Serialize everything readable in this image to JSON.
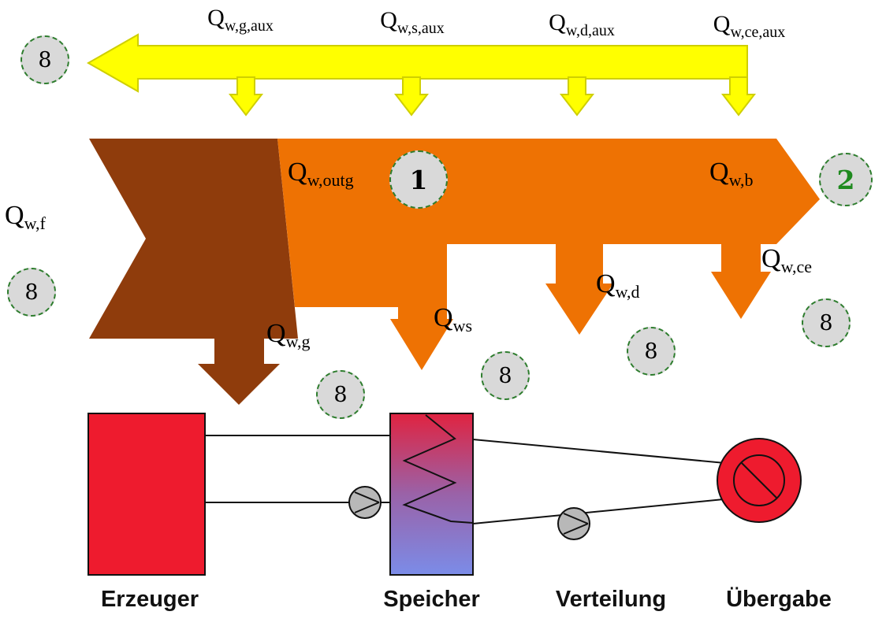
{
  "aux_labels": [
    {
      "base": "Q",
      "sub": "w,g,aux"
    },
    {
      "base": "Q",
      "sub": "w,s,aux"
    },
    {
      "base": "Q",
      "sub": "w,d,aux"
    },
    {
      "base": "Q",
      "sub": "w,ce,aux"
    }
  ],
  "flow_labels": {
    "wf": {
      "base": "Q",
      "sub": "w,f"
    },
    "woutg": {
      "base": "Q",
      "sub": "w,outg"
    },
    "wb": {
      "base": "Q",
      "sub": "w,b"
    },
    "wg": {
      "base": "Q",
      "sub": "w,g"
    },
    "ws": {
      "base": "Q",
      "sub": "ws"
    },
    "wd": {
      "base": "Q",
      "sub": "w,d"
    },
    "wce": {
      "base": "Q",
      "sub": "w,ce"
    }
  },
  "markers": {
    "node1": "1",
    "node2": "2",
    "loss_symbol": "8"
  },
  "component_labels": {
    "generator": "Erzeuger",
    "storage": "Speicher",
    "distribution": "Verteilung",
    "emission": "Übergabe"
  },
  "colors": {
    "aux_flow_yellow": "#ffff00",
    "main_flow_orange": "#ee7203",
    "input_flow_brown": "#8f3c0c",
    "component_red": "#ee1b2e",
    "marker_green": "#1f8a1f",
    "loss_circle_gray": "#d9d9d9"
  }
}
